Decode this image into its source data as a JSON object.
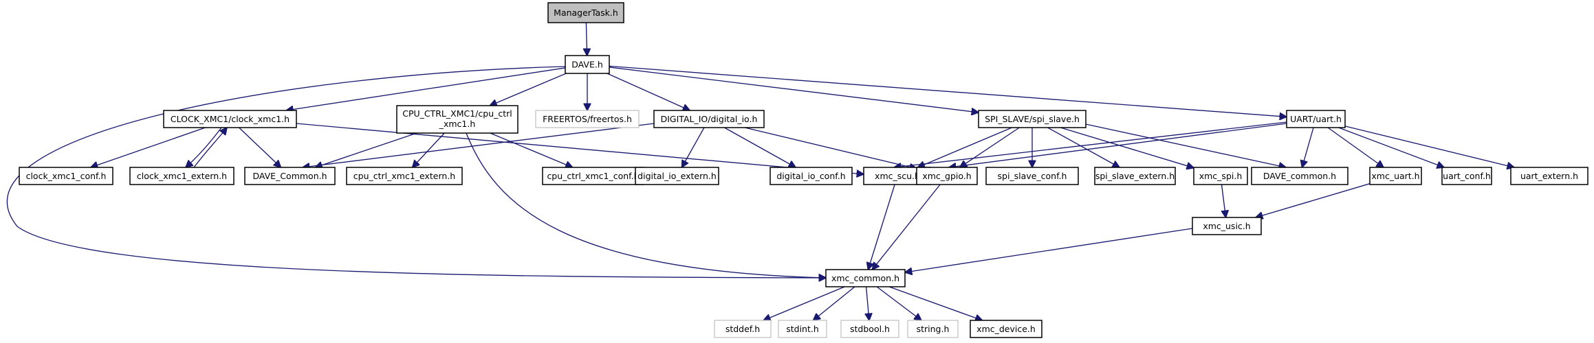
{
  "diagram": {
    "nodes": [
      {
        "id": "managertask",
        "label": "ManagerTask.h",
        "style": "root"
      },
      {
        "id": "dave",
        "label": "DAVE.h",
        "style": "solid"
      },
      {
        "id": "clock_xmc1",
        "label": "CLOCK_XMC1/clock_xmc1.h",
        "style": "solid"
      },
      {
        "id": "cpu_ctrl",
        "label": "CPU_CTRL_XMC1/cpu_ctrl",
        "label2": "_xmc1.h",
        "style": "solid"
      },
      {
        "id": "freertos",
        "label": "FREERTOS/freertos.h",
        "style": "missing"
      },
      {
        "id": "digital_io",
        "label": "DIGITAL_IO/digital_io.h",
        "style": "solid"
      },
      {
        "id": "spi_slave",
        "label": "SPI_SLAVE/spi_slave.h",
        "style": "solid"
      },
      {
        "id": "uart",
        "label": "UART/uart.h",
        "style": "solid"
      },
      {
        "id": "clock_xmc1_conf",
        "label": "clock_xmc1_conf.h",
        "style": "solid"
      },
      {
        "id": "clock_xmc1_extern",
        "label": "clock_xmc1_extern.h",
        "style": "solid"
      },
      {
        "id": "dave_common_cap",
        "label": "DAVE_Common.h",
        "style": "solid"
      },
      {
        "id": "cpu_ctrl_extern",
        "label": "cpu_ctrl_xmc1_extern.h",
        "style": "solid"
      },
      {
        "id": "cpu_ctrl_conf",
        "label": "cpu_ctrl_xmc1_conf.h",
        "style": "solid"
      },
      {
        "id": "digital_io_extern",
        "label": "digital_io_extern.h",
        "style": "solid"
      },
      {
        "id": "digital_io_conf",
        "label": "digital_io_conf.h",
        "style": "solid"
      },
      {
        "id": "xmc_scu",
        "label": "xmc_scu.h",
        "style": "solid"
      },
      {
        "id": "xmc_gpio",
        "label": "xmc_gpio.h",
        "style": "solid"
      },
      {
        "id": "spi_slave_conf",
        "label": "spi_slave_conf.h",
        "style": "solid"
      },
      {
        "id": "spi_slave_extern",
        "label": "spi_slave_extern.h",
        "style": "solid"
      },
      {
        "id": "xmc_spi",
        "label": "xmc_spi.h",
        "style": "solid"
      },
      {
        "id": "dave_common_low",
        "label": "DAVE_common.h",
        "style": "solid"
      },
      {
        "id": "xmc_uart",
        "label": "xmc_uart.h",
        "style": "solid"
      },
      {
        "id": "uart_conf",
        "label": "uart_conf.h",
        "style": "solid"
      },
      {
        "id": "uart_extern",
        "label": "uart_extern.h",
        "style": "solid"
      },
      {
        "id": "xmc_usic",
        "label": "xmc_usic.h",
        "style": "solid"
      },
      {
        "id": "xmc_common",
        "label": "xmc_common.h",
        "style": "solid"
      },
      {
        "id": "stddef",
        "label": "stddef.h",
        "style": "missing"
      },
      {
        "id": "stdint",
        "label": "stdint.h",
        "style": "missing"
      },
      {
        "id": "stdbool",
        "label": "stdbool.h",
        "style": "missing"
      },
      {
        "id": "string",
        "label": "string.h",
        "style": "missing"
      },
      {
        "id": "xmc_device",
        "label": "xmc_device.h",
        "style": "solid"
      }
    ],
    "edges": [
      {
        "from": "managertask",
        "to": "dave"
      },
      {
        "from": "dave",
        "to": "clock_xmc1"
      },
      {
        "from": "dave",
        "to": "cpu_ctrl"
      },
      {
        "from": "dave",
        "to": "freertos"
      },
      {
        "from": "dave",
        "to": "digital_io"
      },
      {
        "from": "dave",
        "to": "spi_slave"
      },
      {
        "from": "dave",
        "to": "uart"
      },
      {
        "from": "dave",
        "to": "xmc_common"
      },
      {
        "from": "clock_xmc1",
        "to": "clock_xmc1_conf"
      },
      {
        "from": "clock_xmc1",
        "to": "clock_xmc1_extern"
      },
      {
        "from": "clock_xmc1_extern",
        "to": "clock_xmc1"
      },
      {
        "from": "clock_xmc1",
        "to": "dave_common_cap"
      },
      {
        "from": "clock_xmc1",
        "to": "xmc_scu"
      },
      {
        "from": "cpu_ctrl",
        "to": "dave_common_cap"
      },
      {
        "from": "cpu_ctrl",
        "to": "cpu_ctrl_extern"
      },
      {
        "from": "cpu_ctrl",
        "to": "cpu_ctrl_conf"
      },
      {
        "from": "cpu_ctrl",
        "to": "xmc_common"
      },
      {
        "from": "digital_io",
        "to": "dave_common_cap"
      },
      {
        "from": "digital_io",
        "to": "digital_io_extern"
      },
      {
        "from": "digital_io",
        "to": "digital_io_conf"
      },
      {
        "from": "digital_io",
        "to": "xmc_gpio"
      },
      {
        "from": "spi_slave",
        "to": "xmc_scu"
      },
      {
        "from": "spi_slave",
        "to": "xmc_gpio"
      },
      {
        "from": "spi_slave",
        "to": "spi_slave_conf"
      },
      {
        "from": "spi_slave",
        "to": "spi_slave_extern"
      },
      {
        "from": "spi_slave",
        "to": "xmc_spi"
      },
      {
        "from": "spi_slave",
        "to": "dave_common_low"
      },
      {
        "from": "uart",
        "to": "xmc_scu"
      },
      {
        "from": "uart",
        "to": "xmc_gpio"
      },
      {
        "from": "uart",
        "to": "dave_common_low"
      },
      {
        "from": "uart",
        "to": "xmc_uart"
      },
      {
        "from": "uart",
        "to": "uart_conf"
      },
      {
        "from": "uart",
        "to": "uart_extern"
      },
      {
        "from": "xmc_scu",
        "to": "xmc_common"
      },
      {
        "from": "xmc_gpio",
        "to": "xmc_common"
      },
      {
        "from": "xmc_spi",
        "to": "xmc_usic"
      },
      {
        "from": "xmc_uart",
        "to": "xmc_usic"
      },
      {
        "from": "xmc_usic",
        "to": "xmc_common"
      },
      {
        "from": "xmc_common",
        "to": "stddef"
      },
      {
        "from": "xmc_common",
        "to": "stdint"
      },
      {
        "from": "xmc_common",
        "to": "stdbool"
      },
      {
        "from": "xmc_common",
        "to": "string"
      },
      {
        "from": "xmc_common",
        "to": "xmc_device"
      }
    ]
  }
}
